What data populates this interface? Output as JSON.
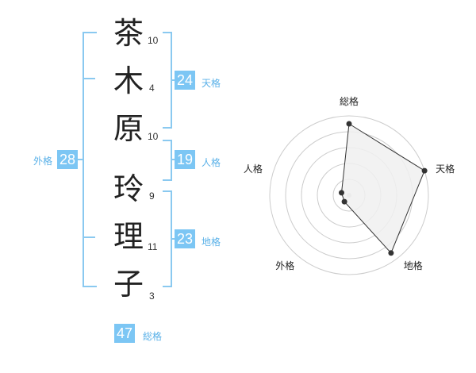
{
  "name_chars": [
    {
      "char": "茶",
      "strokes": "10"
    },
    {
      "char": "木",
      "strokes": "4"
    },
    {
      "char": "原",
      "strokes": "10"
    },
    {
      "char": "玲",
      "strokes": "9"
    },
    {
      "char": "理",
      "strokes": "11"
    },
    {
      "char": "子",
      "strokes": "3"
    }
  ],
  "scores": {
    "tenkaku": {
      "label": "天格",
      "value": "24"
    },
    "jinkaku": {
      "label": "人格",
      "value": "19"
    },
    "chikaku": {
      "label": "地格",
      "value": "23"
    },
    "gaikaku": {
      "label": "外格",
      "value": "28"
    },
    "soukaku": {
      "label": "総格",
      "value": "47"
    }
  },
  "chart_data": {
    "type": "radar",
    "axes": [
      "総格",
      "天格",
      "地格",
      "外格",
      "人格"
    ],
    "values": [
      4.5,
      5.0,
      4.5,
      0.5,
      0.5
    ],
    "max": 5,
    "rings": 5,
    "grid": true,
    "colors": {
      "fill": "#f0f0f0",
      "line": "#333333",
      "grid": "#cccccc",
      "point": "#333333"
    }
  }
}
